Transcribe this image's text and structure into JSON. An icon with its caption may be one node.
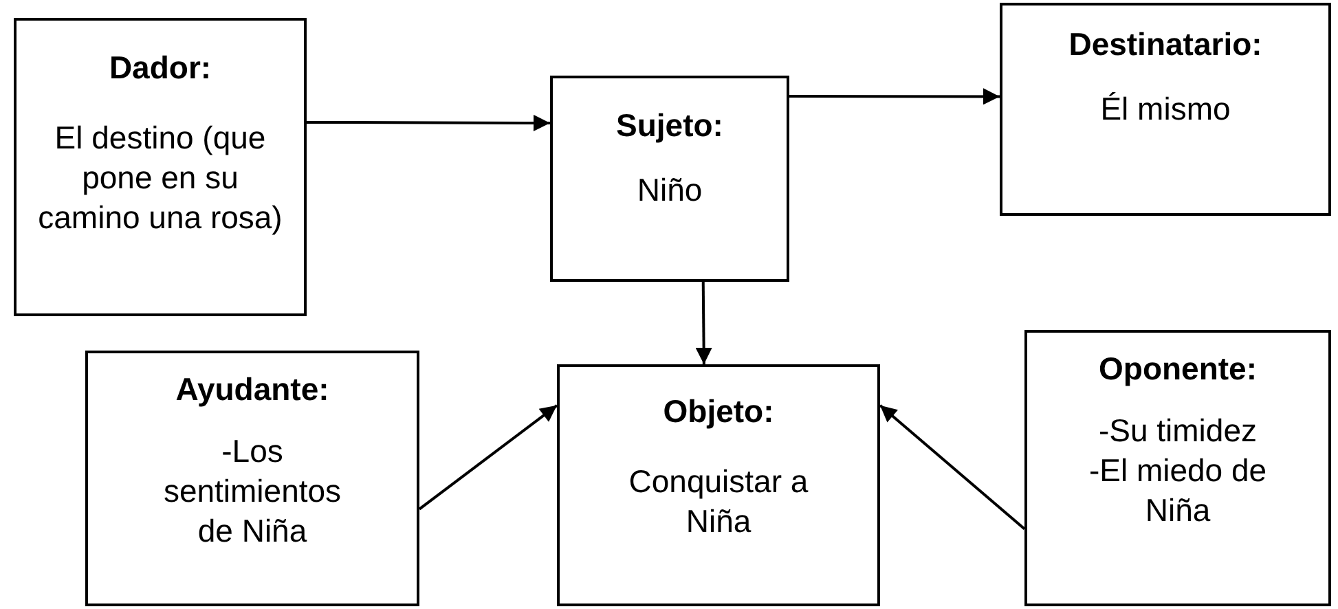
{
  "diagram": {
    "nodes": [
      {
        "text": [
          "Dador:",
          "El destino (que pone en su camino una rosa)"
        ]
      },
      {
        "text": [
          "Sujeto:",
          "Niño"
        ]
      },
      {
        "text": [
          "Destinatario:",
          "Él mismo"
        ]
      },
      {
        "text": [
          "Ayudante:",
          "-Los sentimientos de Niña"
        ]
      },
      {
        "text": [
          "Objeto:",
          "Conquistar a Niña"
        ]
      },
      {
        "text": [
          "Oponente:",
          "-Su timidez",
          "-El miedo de Niña"
        ]
      }
    ],
    "edges": [
      {
        "from": 0,
        "to": 1,
        "arrow": "to"
      },
      {
        "from": 1,
        "to": 2,
        "arrow": "to"
      },
      {
        "from": 1,
        "to": 4,
        "arrow": "to"
      },
      {
        "from": 3,
        "to": 4,
        "arrow": "to"
      },
      {
        "from": 5,
        "to": 4,
        "arrow": "to"
      }
    ]
  }
}
